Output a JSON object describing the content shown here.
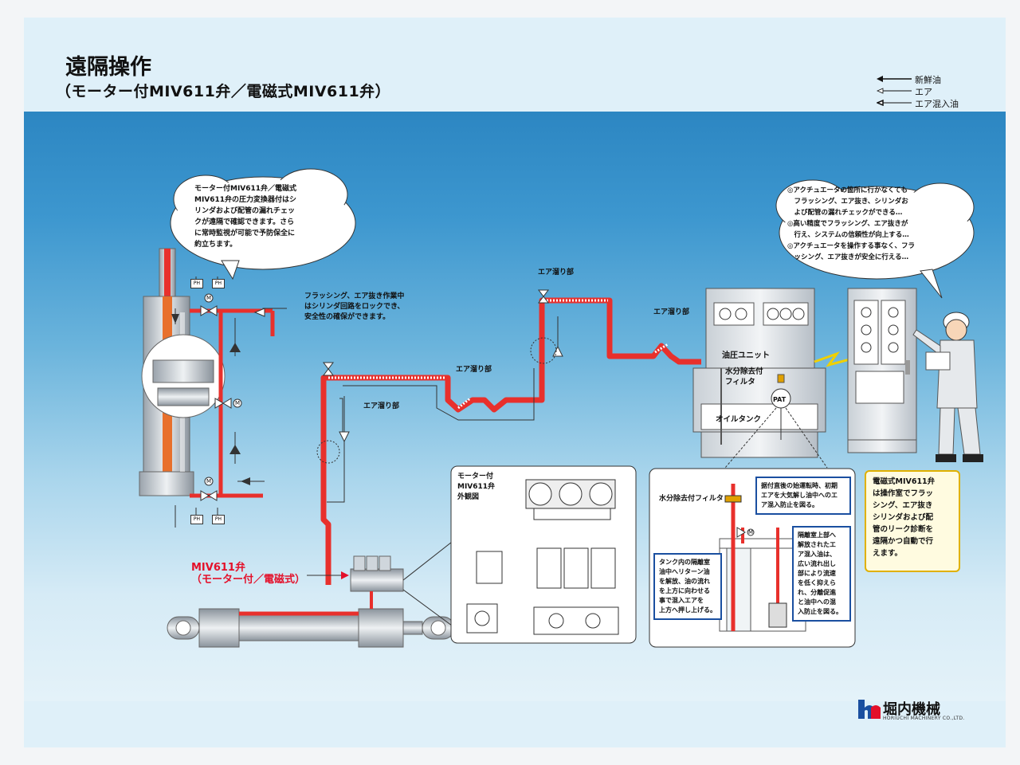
{
  "title": "遠隔操作",
  "subtitle": "（モーター付MIV611弁／電磁式MIV611弁）",
  "legend": [
    {
      "label": "新鮮油",
      "style": "solid"
    },
    {
      "label": "エア",
      "style": "open"
    },
    {
      "label": "エア混入油",
      "style": "mixed"
    }
  ],
  "cloud_left": [
    "モーター付MIV611弁／電磁式",
    "MIV611弁の圧力変換器付はシ",
    "リンダおよび配管の漏れチェッ",
    "クが遠隔で確認できます。さら",
    "に常時監視が可能で予防保全に",
    "約立ちます。"
  ],
  "cloud_right": [
    "◎アクチュエータの箇所に行かなくても",
    "　フラッシング、エア抜き、シリンダお",
    "　よび配管の漏れチェックができる…",
    "◎高い精度でフラッシング、エア抜きが",
    "　行え、システムの信頼性が向上する…",
    "◎アクチュエータを操作する事なく、フラ",
    "　ッシング、エア抜きが安全に行える…"
  ],
  "flushing_note": [
    "フラッシング、エア抜き作業中",
    "はシリンダ回路をロックでき、",
    "安全性の確保ができます。"
  ],
  "air_trap": "エア溜り部",
  "ph": "PH",
  "m": "M",
  "unit_label": "油圧ユニット",
  "filter_label": [
    "水分除去付",
    "フィルタ"
  ],
  "pat": "PAT",
  "tank_label": "オイルタンク",
  "valve_label": [
    "MIV611弁",
    "（モーター付／電磁式）"
  ],
  "exterior_label": [
    "モーター付",
    "MIV611弁",
    "外観図"
  ],
  "detail_filter": "水分除去付フィルタ",
  "detail_note1": [
    "据付直後の始運転時、初期",
    "エアを大気解し油中へのエ",
    "ア混入防止を図る。"
  ],
  "detail_note2": [
    "隔離室上部へ",
    "解放されたエ",
    "ア混入油は、",
    "広い流れ出し",
    "部により流速",
    "を低く抑えら",
    "れ、分離促進",
    "と油中への混",
    "入防止を図る。"
  ],
  "detail_note3": [
    "タンク内の隔離室",
    "油中へリターン油",
    "を解放、油の流れ",
    "を上方に向わせる",
    "事で混入エアを",
    "上方へ押し上げる。"
  ],
  "yellow_note": [
    "電磁式MIV611弁",
    "は操作室でフラッ",
    "シング、エア抜き",
    "シリンダおよび配",
    "管のリーク診断を",
    "遠隔かつ自動で行",
    "えます。"
  ],
  "company": "堀内機械",
  "company_en": "HORIUCHI MACHINERY CO.,LTD.",
  "colors": {
    "pipe": "#e8302c",
    "blue": "#1a4fa0",
    "yellow": "#e0b100"
  }
}
